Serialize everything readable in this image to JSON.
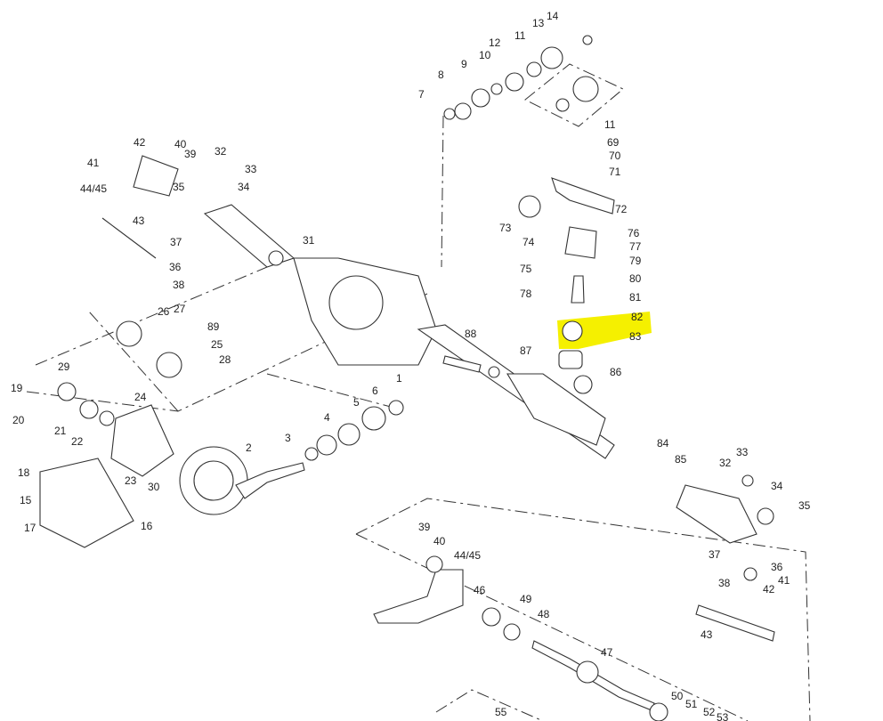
{
  "diagram": {
    "highlight_color": "#f5f000",
    "highlighted_label": "82",
    "labels": [
      "14",
      "13",
      "11",
      "12",
      "10",
      "9",
      "8",
      "7",
      "11",
      "69",
      "70",
      "71",
      "72",
      "73",
      "74",
      "76",
      "77",
      "79",
      "75",
      "80",
      "78",
      "81",
      "82",
      "83",
      "86",
      "87",
      "88",
      "1",
      "42",
      "40",
      "39",
      "32",
      "33",
      "41",
      "44/45",
      "35",
      "34",
      "43",
      "37",
      "36",
      "38",
      "31",
      "26",
      "27",
      "89",
      "25",
      "28",
      "29",
      "19",
      "24",
      "20",
      "21",
      "22",
      "23",
      "30",
      "18",
      "15",
      "17",
      "16",
      "6",
      "5",
      "4",
      "3",
      "2",
      "84",
      "85",
      "33",
      "32",
      "34",
      "35",
      "37",
      "36",
      "38",
      "41",
      "42",
      "43",
      "39",
      "40",
      "44/45",
      "46",
      "49",
      "48",
      "47",
      "50",
      "51",
      "52",
      "53",
      "55"
    ]
  }
}
